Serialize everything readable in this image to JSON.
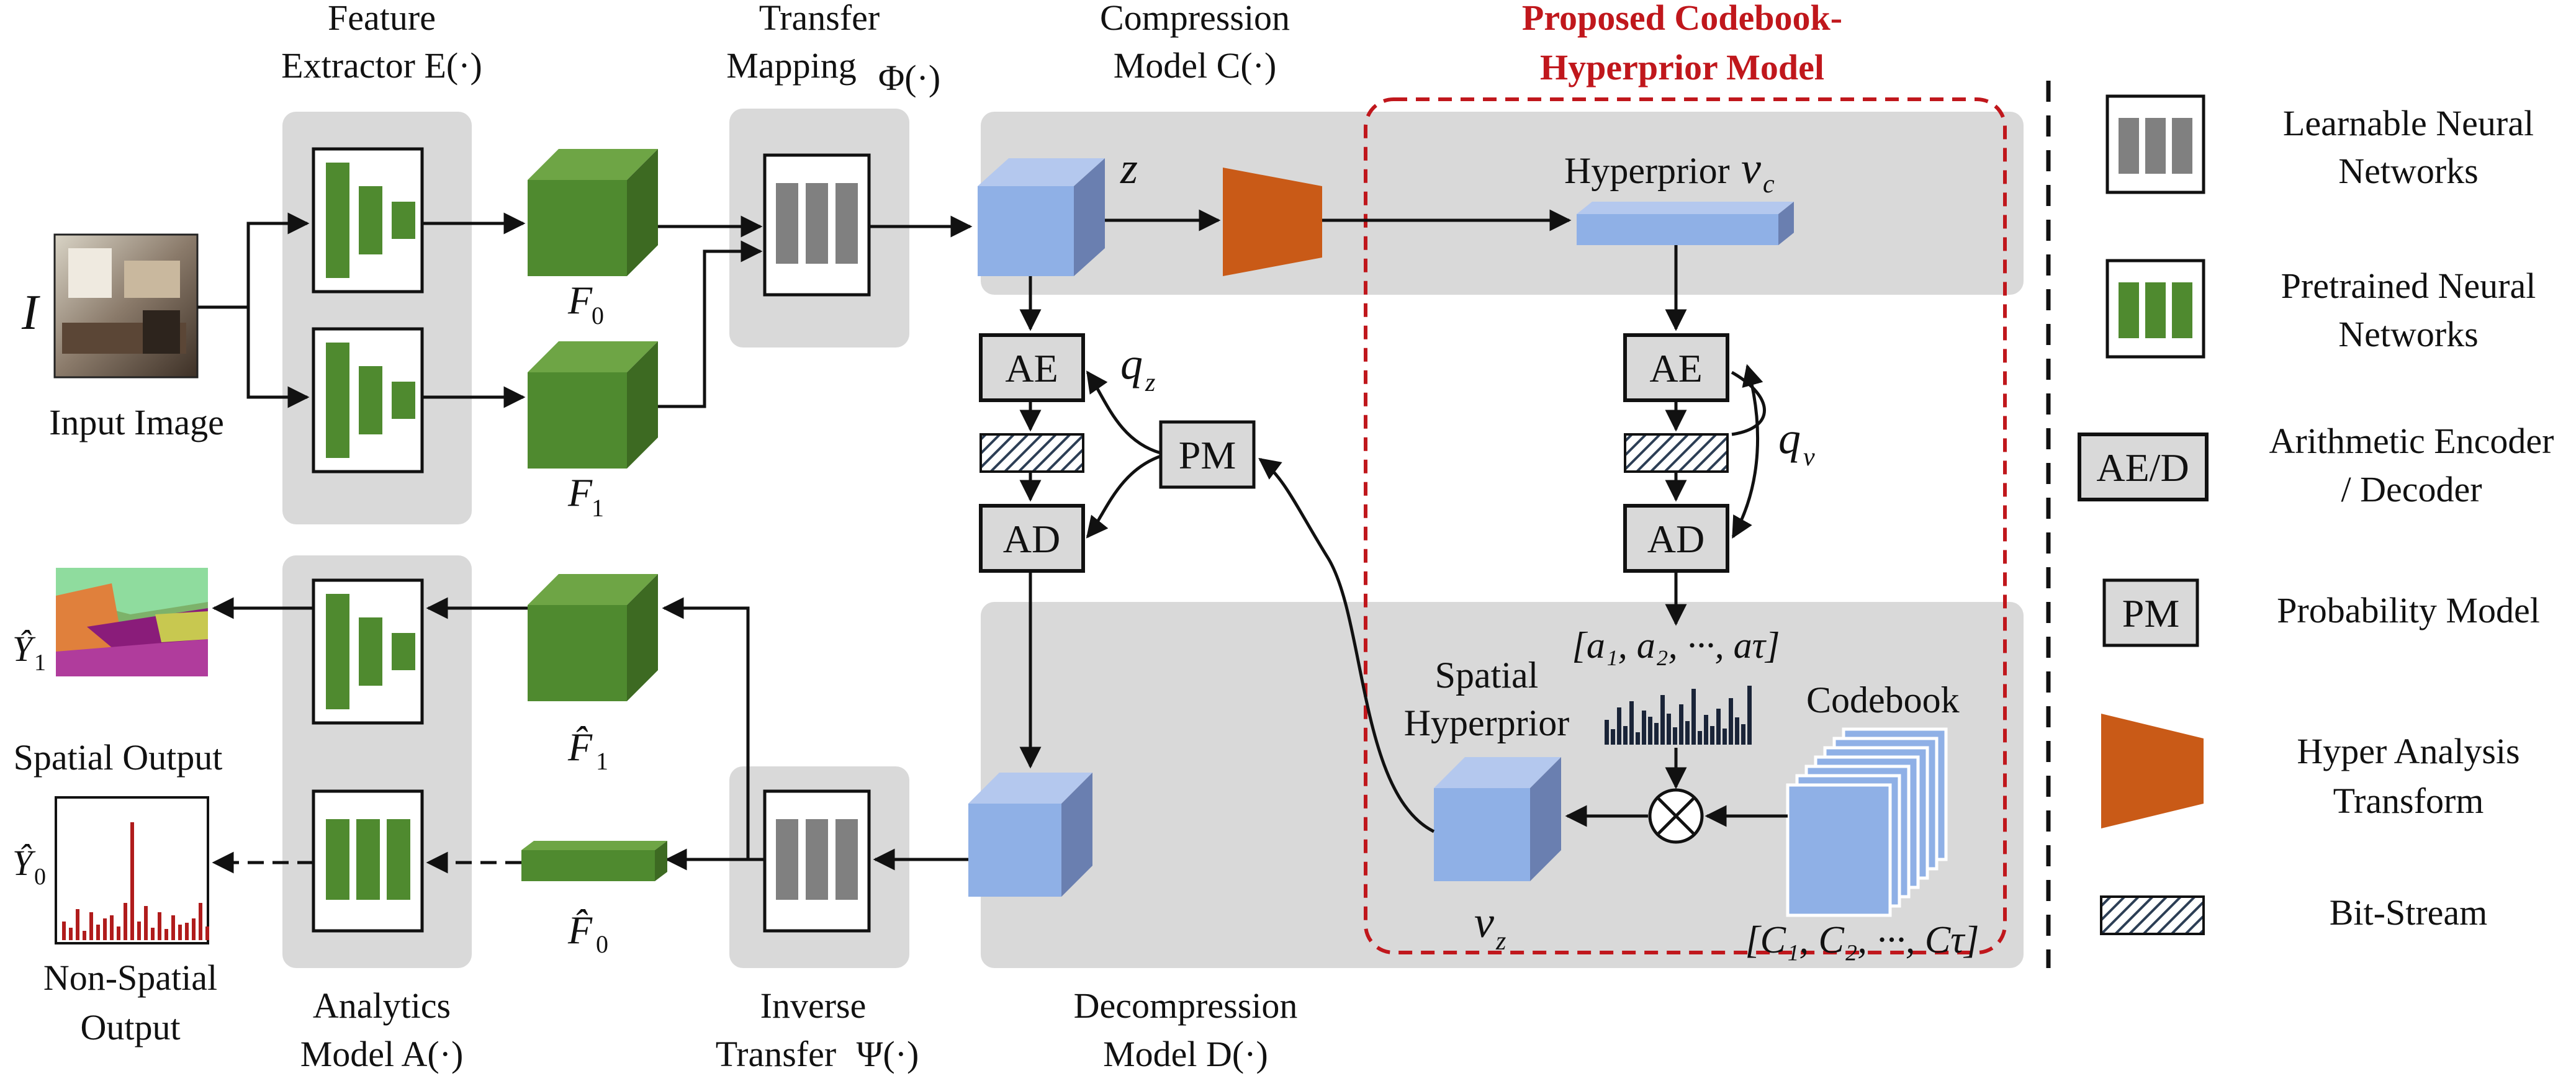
{
  "labels": {
    "feature_extractor_1": "Feature",
    "feature_extractor_2": "Extractor E(·)",
    "transfer_mapping_1": "Transfer",
    "transfer_mapping_2": "Mapping",
    "transfer_mapping_sym": "Φ(·)",
    "compression_1": "Compression",
    "compression_2": "Model C(·)",
    "proposed_1": "Proposed Codebook-",
    "proposed_2": "Hyperprior Model",
    "input_symbol": "I",
    "input_image": "Input Image",
    "f0": "F",
    "f0_sub": "0",
    "f1": "F",
    "f1_sub": "1",
    "z": "z",
    "hyperprior": "Hyperprior",
    "vc": "v",
    "vc_sub": "c",
    "ae": "AE",
    "ad": "AD",
    "pm": "PM",
    "qz": "q",
    "qz_sub": "z",
    "qv": "q",
    "qv_sub": "v",
    "a_list": "[a₁, a₂, ···, aτ]",
    "codebook": "Codebook",
    "c_list": "[C₁, C₂, ···, Cτ]",
    "spatial_hyperprior_1": "Spatial",
    "spatial_hyperprior_2": "Hyperprior",
    "vz": "v",
    "vz_sub": "z",
    "y1": "Ŷ",
    "y1_sub": "1",
    "y0": "Ŷ",
    "y0_sub": "0",
    "spatial_output": "Spatial Output",
    "nonspatial_1": "Non-Spatial",
    "nonspatial_2": "Output",
    "f1hat": "F̂",
    "f1hat_sub": "1",
    "f0hat": "F̂",
    "f0hat_sub": "0",
    "analytics_1": "Analytics",
    "analytics_2": "Model A(·)",
    "inverse_1": "Inverse",
    "inverse_2": "Transfer",
    "inverse_sym": "Ψ(·)",
    "decompression_1": "Decompression",
    "decompression_2": "Model D(·)"
  },
  "legend": [
    {
      "icon": "learnable-network-icon",
      "line1": "Learnable Neural",
      "line2": "Networks"
    },
    {
      "icon": "pretrained-network-icon",
      "line1": "Pretrained Neural",
      "line2": "Networks"
    },
    {
      "icon": "ae-d-box-icon",
      "box": "AE/D",
      "line1": "Arithmetic Encoder",
      "line2": "/ Decoder"
    },
    {
      "icon": "pm-box-icon",
      "box": "PM",
      "line1": "Probability Model",
      "line2": ""
    },
    {
      "icon": "hyper-analysis-icon",
      "line1": "Hyper Analysis",
      "line2": "Transform"
    },
    {
      "icon": "bitstream-icon",
      "line1": "Bit-Stream",
      "line2": ""
    }
  ],
  "colors": {
    "green": "#4f8a2f",
    "blue": "#8fb0e6",
    "orange": "#c95a17",
    "gray_panel": "#d9d9d9",
    "red_dashed": "#c0171c",
    "bar_red": "#b01c1c"
  }
}
